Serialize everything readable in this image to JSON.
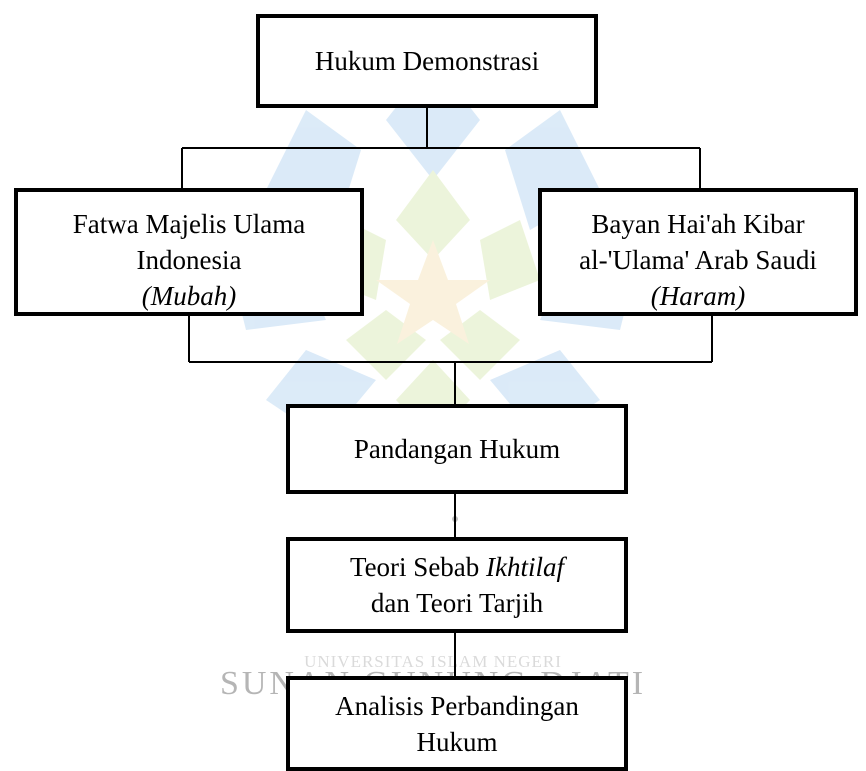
{
  "watermark": {
    "university_line": "UNIVERSITAS ISLAM NEGERI",
    "name": "SUNAN GUNUNG DJATI",
    "colors": [
      "#3b8fd9",
      "#9cc63b",
      "#e8b84a"
    ]
  },
  "nodes": {
    "top": {
      "label": "Hukum Demonstrasi"
    },
    "left": {
      "line1": "Fatwa Majelis Ulama",
      "line2": "Indonesia",
      "ruling": "(Mubah)"
    },
    "right": {
      "line1": "Bayan Hai'ah Kibar",
      "line2": "al-'Ulama' Arab Saudi",
      "ruling": "(Haram)"
    },
    "middle": {
      "label": "Pandangan Hukum"
    },
    "theory": {
      "prefix": "Teori Sebab ",
      "italic": "Ikhtilaf",
      "line2": "dan Teori Tarjih"
    },
    "analysis": {
      "line1": "Analisis Perbandingan",
      "line2": "Hukum"
    }
  }
}
